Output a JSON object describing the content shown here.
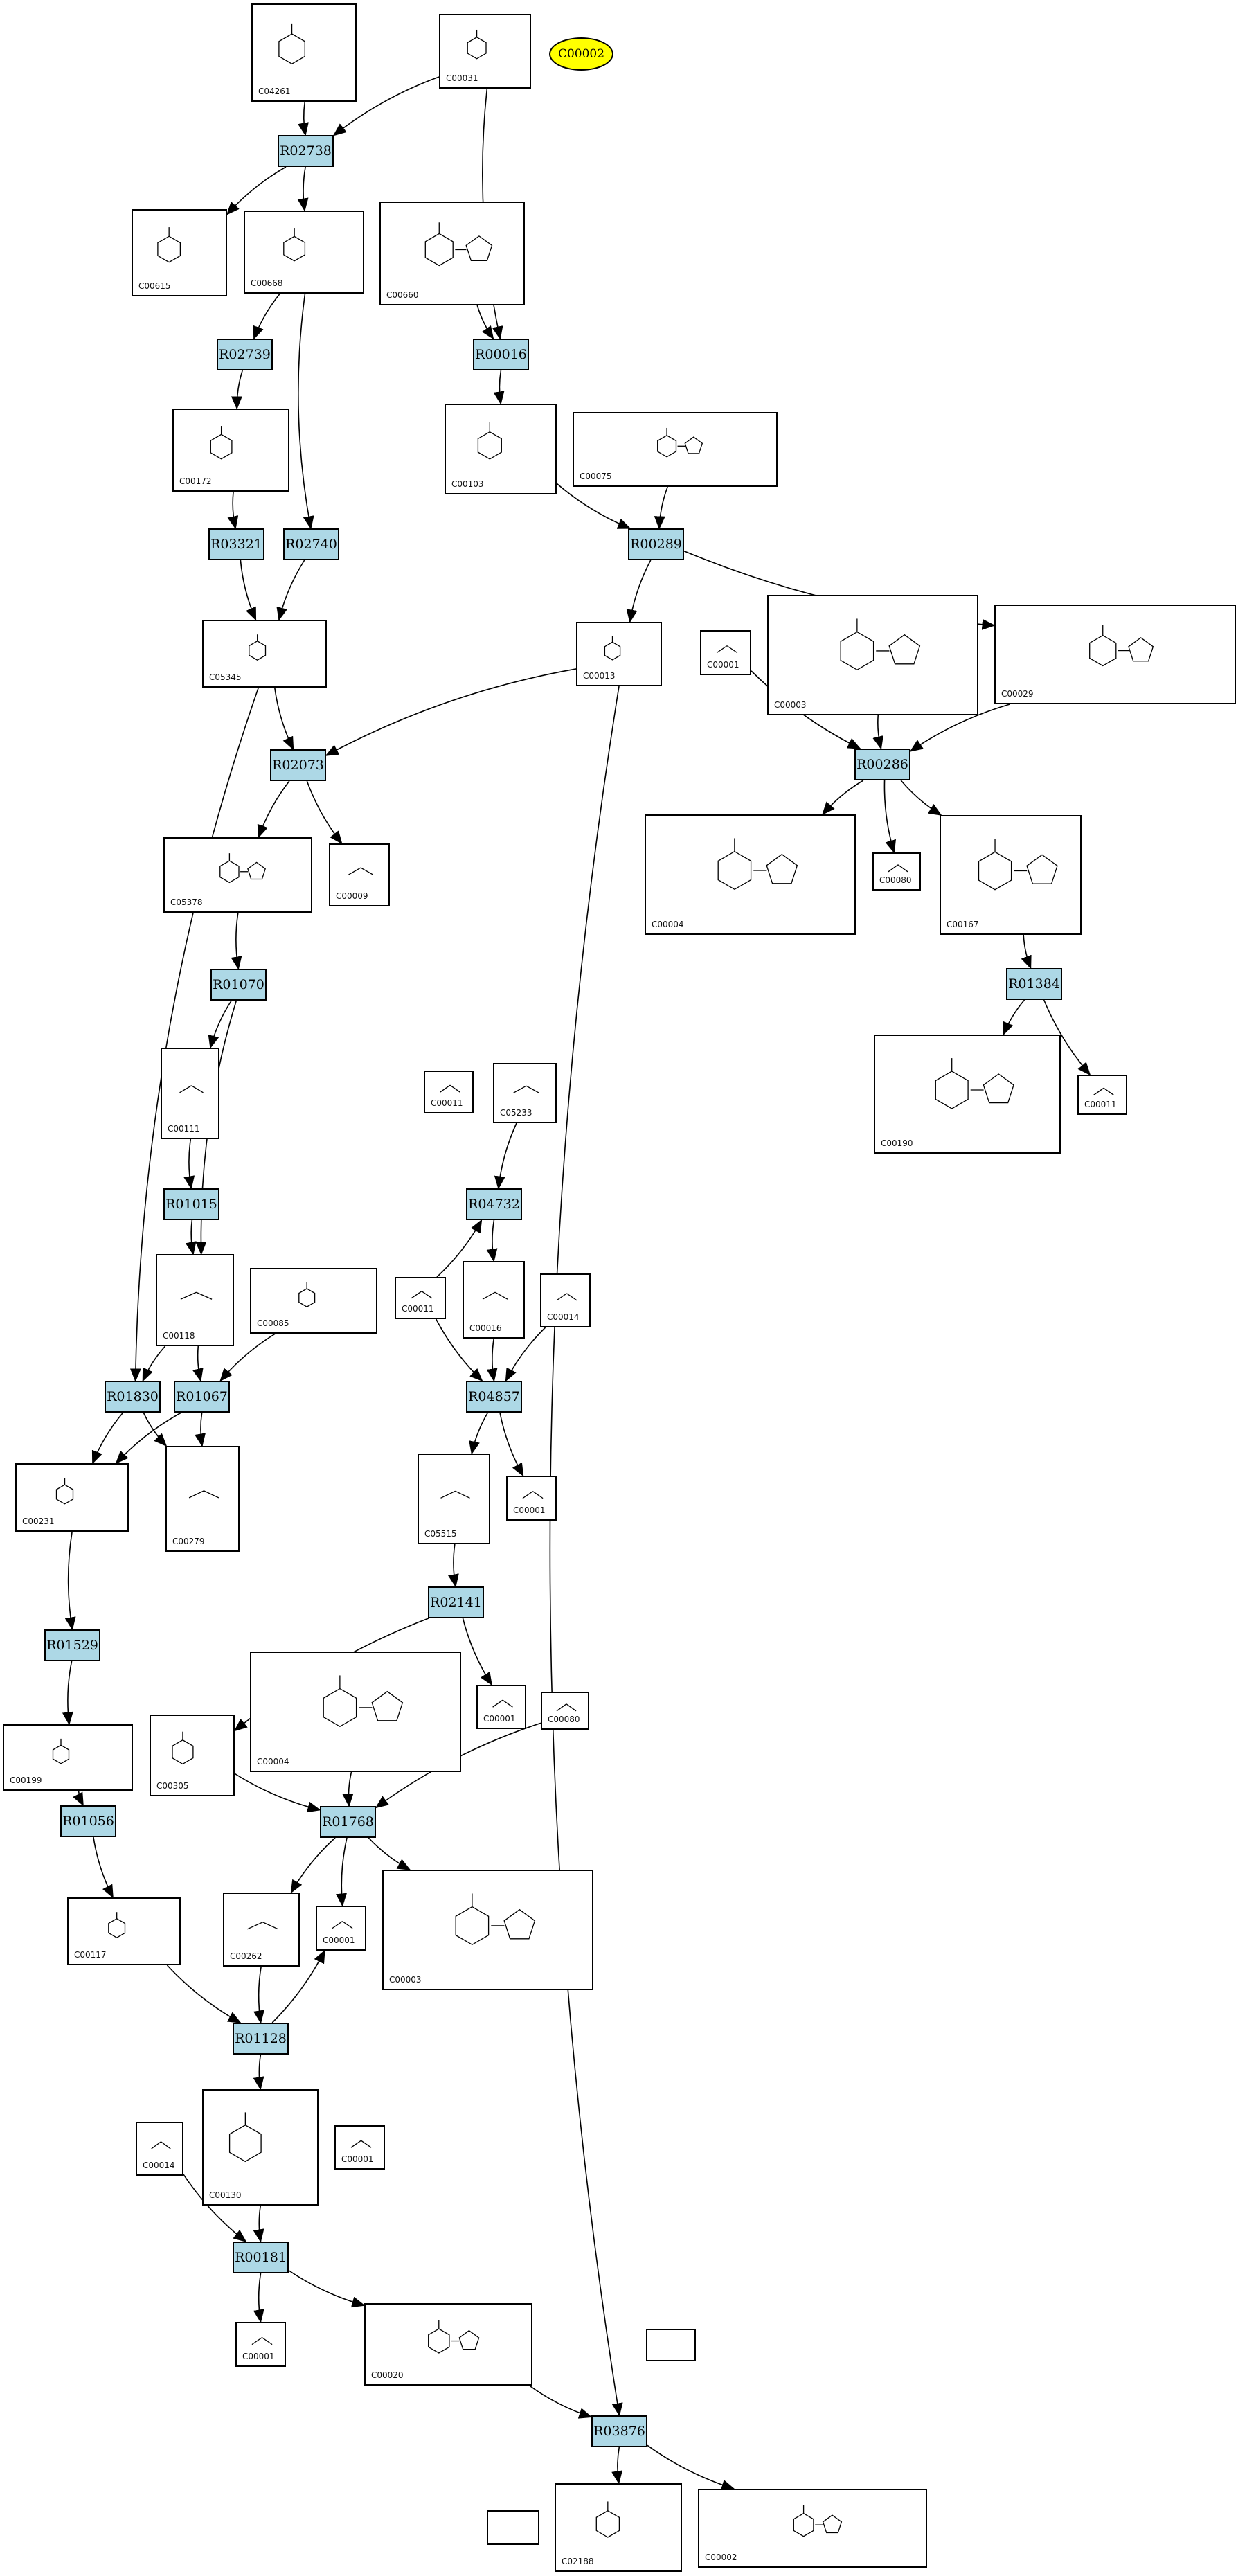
{
  "highlight": {
    "label": "C00002",
    "color": "#ffff00"
  },
  "colors": {
    "reaction_fill": "#add8e6",
    "edge": "#000000"
  },
  "reactions": [
    "R02738",
    "R02739",
    "R00016",
    "R03321",
    "R02740",
    "R00289",
    "R00286",
    "R02073",
    "R01384",
    "R01070",
    "R01015",
    "R04732",
    "R01830",
    "R01067",
    "R04857",
    "R01529",
    "R02141",
    "R01056",
    "R01768",
    "R01128",
    "R00181",
    "R03876"
  ],
  "compounds": [
    "C04261",
    "C00031",
    "C00615",
    "C00668",
    "C00660",
    "C00172",
    "C00103",
    "C00075",
    "C05345",
    "C00013",
    "C00001",
    "C00003",
    "C00029",
    "C00004",
    "C00080",
    "C00167",
    "C05378",
    "C00009",
    "C00190",
    "C00011",
    "C00111",
    "C05233",
    "C00118",
    "C00085",
    "C00014",
    "C00016",
    "C00231",
    "C00279",
    "C05515",
    "C00199",
    "C00305",
    "C00117",
    "C00262",
    "C00130",
    "C00020",
    "C02188",
    "C00002"
  ],
  "edges": [
    [
      "C04261",
      "R02738"
    ],
    [
      "C00031",
      "R02738"
    ],
    [
      "C00031",
      "R00016"
    ],
    [
      "R02738",
      "C00615"
    ],
    [
      "R02738",
      "C00668"
    ],
    [
      "C00668",
      "R02739"
    ],
    [
      "C00668",
      "R02740"
    ],
    [
      "C00660",
      "R00016"
    ],
    [
      "R00016",
      "C00103"
    ],
    [
      "R02739",
      "C00172"
    ],
    [
      "C00172",
      "R03321"
    ],
    [
      "R03321",
      "C05345"
    ],
    [
      "R02740",
      "C05345"
    ],
    [
      "C00103",
      "R00289"
    ],
    [
      "C00075",
      "R00289"
    ],
    [
      "R00289",
      "C00029"
    ],
    [
      "R00289",
      "C00013"
    ],
    [
      "C00013",
      "R02073"
    ],
    [
      "C00013",
      "R03876"
    ],
    [
      "C05345",
      "R02073"
    ],
    [
      "C05345",
      "R01830"
    ],
    [
      "C00001",
      "R00286"
    ],
    [
      "C00003",
      "R00286"
    ],
    [
      "C00029",
      "R00286"
    ],
    [
      "R00286",
      "C00004"
    ],
    [
      "R00286",
      "C00080"
    ],
    [
      "R00286",
      "C00167"
    ],
    [
      "C00167",
      "R01384"
    ],
    [
      "R01384",
      "C00190"
    ],
    [
      "R01384",
      "C00011"
    ],
    [
      "R02073",
      "C05378"
    ],
    [
      "R02073",
      "C00009"
    ],
    [
      "C05378",
      "R01070"
    ],
    [
      "R01070",
      "C00111"
    ],
    [
      "R01070",
      "C00118"
    ],
    [
      "C00111",
      "R01015"
    ],
    [
      "R01015",
      "C00118"
    ],
    [
      "C00011",
      "R04732"
    ],
    [
      "C05233",
      "R04732"
    ],
    [
      "R04732",
      "C00016"
    ],
    [
      "C00118",
      "R01830"
    ],
    [
      "C00118",
      "R01067"
    ],
    [
      "C00085",
      "R01067"
    ],
    [
      "C00011",
      "R04857"
    ],
    [
      "C00016",
      "R04857"
    ],
    [
      "C00014",
      "R04857"
    ],
    [
      "R01830",
      "C00231"
    ],
    [
      "R01830",
      "C00279"
    ],
    [
      "R01067",
      "C00231"
    ],
    [
      "R01067",
      "C00279"
    ],
    [
      "R04857",
      "C05515"
    ],
    [
      "R04857",
      "C00001"
    ],
    [
      "C00231",
      "R01529"
    ],
    [
      "R01529",
      "C00199"
    ],
    [
      "C05515",
      "R02141"
    ],
    [
      "R02141",
      "C00305"
    ],
    [
      "R02141",
      "C00001"
    ],
    [
      "C00199",
      "R01056"
    ],
    [
      "R01056",
      "C00117"
    ],
    [
      "C00305",
      "R01768"
    ],
    [
      "C00004",
      "R01768"
    ],
    [
      "C00080",
      "R01768"
    ],
    [
      "R01768",
      "C00262"
    ],
    [
      "R01768",
      "C00001"
    ],
    [
      "R01768",
      "C00003"
    ],
    [
      "C00117",
      "R01128"
    ],
    [
      "C00262",
      "R01128"
    ],
    [
      "R01128",
      "C00130"
    ],
    [
      "R01128",
      "C00001"
    ],
    [
      "C00014",
      "R00181"
    ],
    [
      "C00130",
      "R00181"
    ],
    [
      "R00181",
      "C00001"
    ],
    [
      "R00181",
      "C00020"
    ],
    [
      "C00020",
      "R03876"
    ],
    [
      "R03876",
      "C02188"
    ],
    [
      "R03876",
      "C00002"
    ]
  ]
}
